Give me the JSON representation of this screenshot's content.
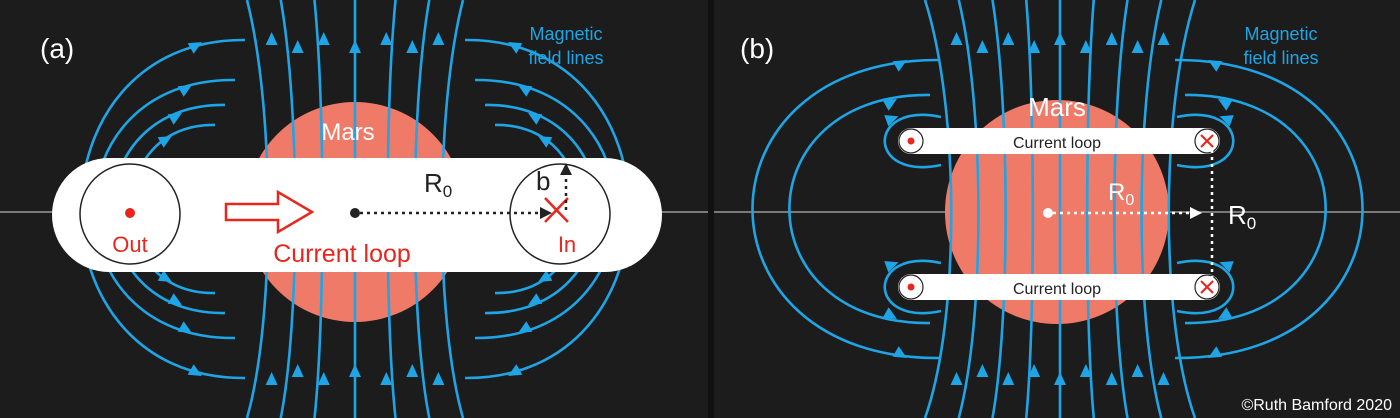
{
  "panel_a": {
    "label": "(a)",
    "legend_line1": "Magnetic",
    "legend_line2": "field lines",
    "planet": "Mars",
    "radius_label": "R",
    "radius_sub": "0",
    "minor_radius_label": "b",
    "out_label": "Out",
    "in_label": "In",
    "loop_label": "Current loop"
  },
  "panel_b": {
    "label": "(b)",
    "legend_line1": "Magnetic",
    "legend_line2": "field lines",
    "planet": "Mars",
    "loop_top_label": "Current loop",
    "loop_bottom_label": "Current loop",
    "radius_inner_label": "R",
    "radius_inner_sub": "0",
    "radius_vertical_label": "R",
    "radius_vertical_sub": "0"
  },
  "credit": "©Ruth Bamford 2020",
  "colors": {
    "background": "#1c1c1c",
    "field_line": "#1fa4e6",
    "planet": "#f07a68",
    "current": "#e8261e",
    "loop_fill": "#ffffff",
    "axis": "#9a9a9a"
  }
}
